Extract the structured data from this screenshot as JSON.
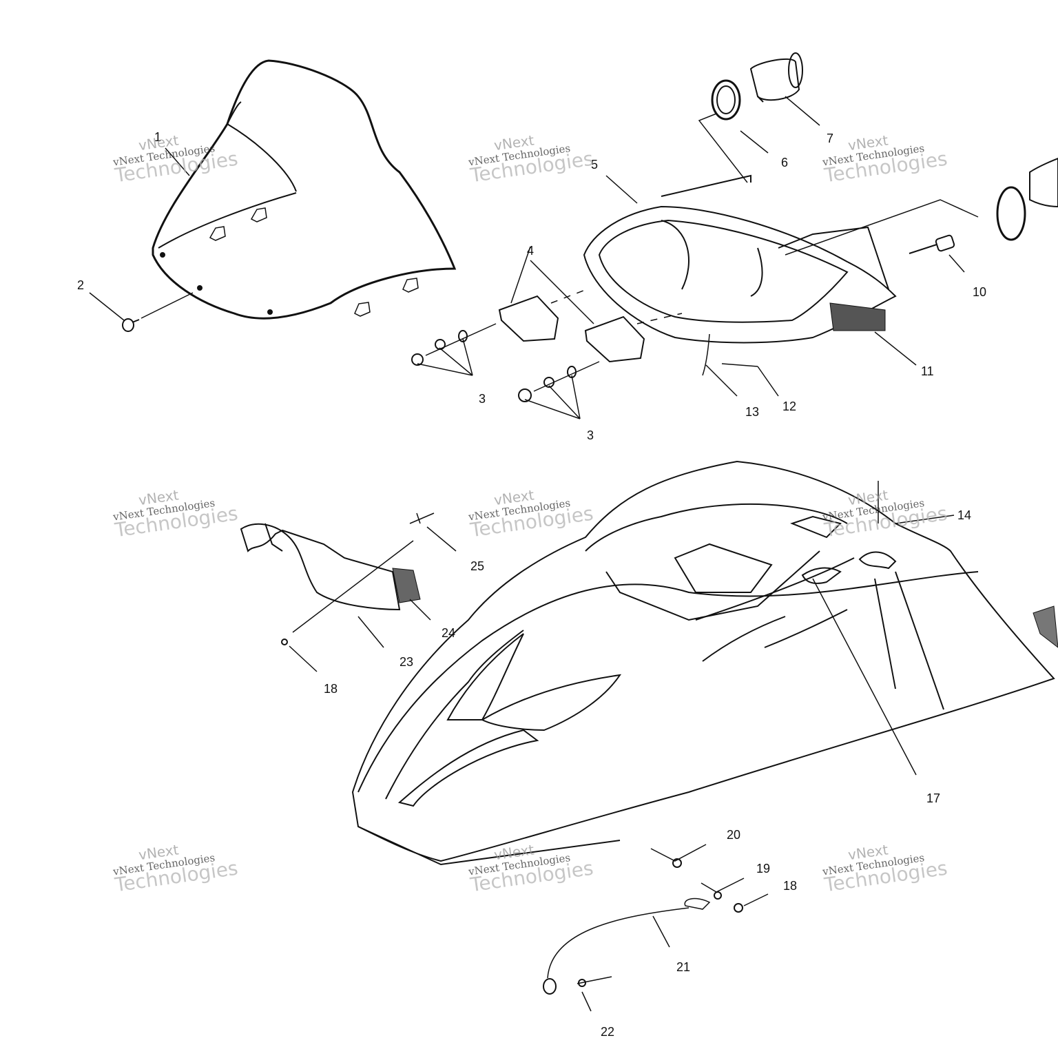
{
  "callouts": [
    "1",
    "2",
    "3",
    "3",
    "4",
    "5",
    "6",
    "7",
    "10",
    "11",
    "12",
    "13",
    "14",
    "17",
    "18",
    "18",
    "19",
    "20",
    "21",
    "22",
    "23",
    "24",
    "25"
  ],
  "watermark": {
    "line1": "vNext",
    "line2": "vNext Technologies",
    "line3": "Technologies"
  }
}
